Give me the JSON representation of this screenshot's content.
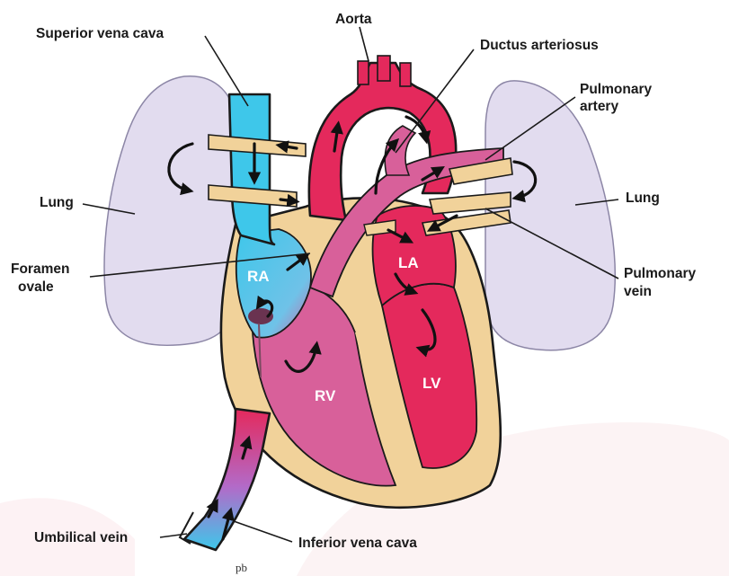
{
  "labels": {
    "superior_vena_cava": "Superior vena cava",
    "aorta": "Aorta",
    "ductus_arteriosus": "Ductus arteriosus",
    "pulmonary_artery_line1": "Pulmonary",
    "pulmonary_artery_line2": "artery",
    "lung_left": "Lung",
    "lung_right": "Lung",
    "foramen_ovale_line1": "Foramen",
    "foramen_ovale_line2": "ovale",
    "pulmonary_vein_line1": "Pulmonary",
    "pulmonary_vein_line2": "vein",
    "umbilical_vein": "Umbilical vein",
    "inferior_vena_cava": "Inferior vena cava",
    "signature": "pb"
  },
  "chambers": {
    "ra": "RA",
    "la": "LA",
    "rv": "RV",
    "lv": "LV"
  },
  "colors": {
    "lung": "#e2dcef",
    "oxygenated_red": "#e4295c",
    "deoxygenated_blue": "#3ec7ea",
    "mixed_pink": "#d8609a",
    "vessel_tan": "#f1d29a",
    "background_arc": "#fbe9ec"
  }
}
